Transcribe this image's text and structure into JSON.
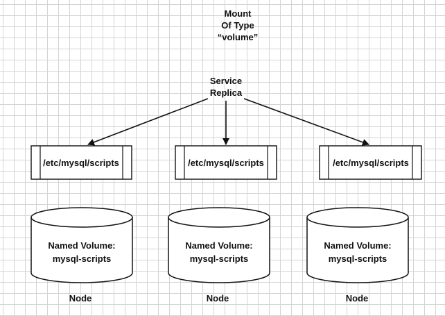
{
  "mount": {
    "lines": [
      "Mount",
      "Of Type",
      "“volume”"
    ]
  },
  "service": {
    "lines": [
      "Service",
      "Replica"
    ]
  },
  "containers": [
    {
      "path": "/etc/mysql/scripts"
    },
    {
      "path": "/etc/mysql/scripts"
    },
    {
      "path": "/etc/mysql/scripts"
    }
  ],
  "volumes": [
    {
      "lines": [
        "Named Volume:",
        "mysql-scripts"
      ]
    },
    {
      "lines": [
        "Named Volume:",
        "mysql-scripts"
      ]
    },
    {
      "lines": [
        "Named Volume:",
        "mysql-scripts"
      ]
    }
  ],
  "nodes": [
    {
      "label": "Node"
    },
    {
      "label": "Node"
    },
    {
      "label": "Node"
    }
  ],
  "colors": {
    "stroke": "#111111",
    "grid": "#d4d4d4",
    "background": "#ffffff"
  }
}
